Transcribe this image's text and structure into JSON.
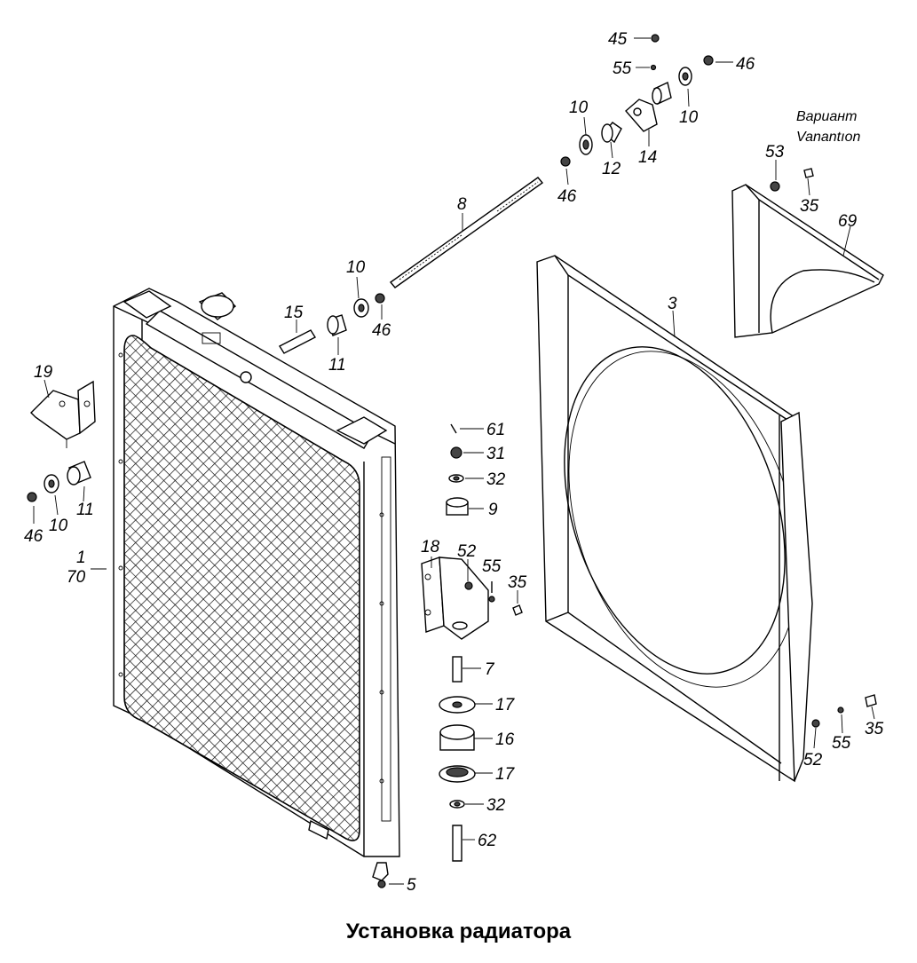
{
  "caption": "Установка радиатора",
  "variant": {
    "line1": "Вариант",
    "line2": "Vanantıon"
  },
  "labels": {
    "l45": "45",
    "l55a": "55",
    "l46a": "46",
    "l10a": "10",
    "l10b": "10",
    "l12": "12",
    "l14": "14",
    "l46b": "46",
    "l53": "53",
    "l35a": "35",
    "l69": "69",
    "l8": "8",
    "l10c": "10",
    "l46c": "46",
    "l15": "15",
    "l11a": "11",
    "l3": "3",
    "l19": "19",
    "l11b": "11",
    "l10d": "10",
    "l46d": "46",
    "l1": "1",
    "l70": "70",
    "l61": "61",
    "l31": "31",
    "l32a": "32",
    "l9": "9",
    "l18": "18",
    "l52a": "52",
    "l55b": "55",
    "l35b": "35",
    "l7": "7",
    "l17a": "17",
    "l16": "16",
    "l17b": "17",
    "l32b": "32",
    "l62": "62",
    "l5": "5",
    "l52b": "52",
    "l55c": "55",
    "l35c": "35"
  }
}
